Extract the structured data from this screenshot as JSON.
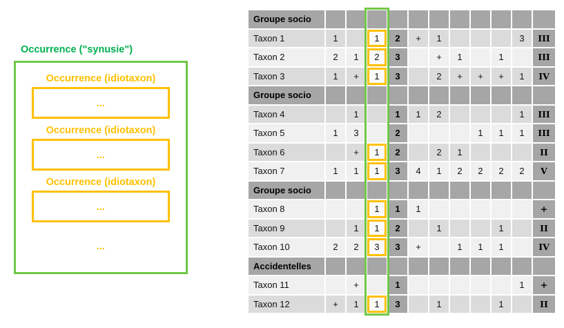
{
  "colors": {
    "green_highlight": "#6FC847",
    "green_title_text": "#00B050",
    "orange": "#FFC000",
    "header_gray": "#A6A6A6",
    "row_dark": "#DBDBDB",
    "row_light": "#F0F0F0"
  },
  "diagram": {
    "title": "Occurrence (\"synusie\")",
    "idiotaxon_boxes": [
      {
        "label": "Occurrence (idiotaxon)",
        "content": "..."
      },
      {
        "label": "Occurrence (idiotaxon)",
        "content": "..."
      },
      {
        "label": "Occurrence (idiotaxon)",
        "content": "..."
      }
    ],
    "more_indicator": "..."
  },
  "table": {
    "column_count": 11,
    "highlighted_column_index": 2,
    "synthesis_column_index": 3,
    "frequency_column_index": 10,
    "rows": [
      {
        "type": "group-header",
        "label": "Groupe socio"
      },
      {
        "type": "taxon",
        "label": "Taxon 1",
        "shade": "dark",
        "boxed": true,
        "cells": [
          "1",
          "",
          "1",
          "2",
          "+",
          "1",
          "",
          "",
          "",
          "3",
          "III"
        ]
      },
      {
        "type": "taxon",
        "label": "Taxon 2",
        "shade": "light",
        "boxed": true,
        "cells": [
          "2",
          "1",
          "2",
          "3",
          "",
          "+",
          "1",
          "",
          "1",
          "",
          "III"
        ]
      },
      {
        "type": "taxon",
        "label": "Taxon 3",
        "shade": "dark",
        "boxed": true,
        "cells": [
          "1",
          "+",
          "1",
          "3",
          "",
          "2",
          "+",
          "+",
          "+",
          "1",
          "IV"
        ]
      },
      {
        "type": "group-header",
        "label": "Groupe socio"
      },
      {
        "type": "taxon",
        "label": "Taxon 4",
        "shade": "dark",
        "boxed": false,
        "cells": [
          "",
          "1",
          "",
          "1",
          "1",
          "2",
          "",
          "",
          "",
          "1",
          "III"
        ]
      },
      {
        "type": "taxon",
        "label": "Taxon 5",
        "shade": "light",
        "boxed": false,
        "cells": [
          "1",
          "3",
          "",
          "2",
          "",
          "",
          "",
          "1",
          "1",
          "1",
          "III"
        ]
      },
      {
        "type": "taxon",
        "label": "Taxon 6",
        "shade": "dark",
        "boxed": true,
        "cells": [
          "",
          "+",
          "1",
          "2",
          "",
          "2",
          "1",
          "",
          "",
          "",
          "II"
        ]
      },
      {
        "type": "taxon",
        "label": "Taxon 7",
        "shade": "light",
        "boxed": true,
        "cells": [
          "1",
          "1",
          "1",
          "3",
          "4",
          "1",
          "2",
          "2",
          "2",
          "2",
          "V"
        ]
      },
      {
        "type": "group-header",
        "label": "Groupe socio"
      },
      {
        "type": "taxon",
        "label": "Taxon 8",
        "shade": "light",
        "boxed": true,
        "cells": [
          "",
          "",
          "1",
          "1",
          "1",
          "",
          "",
          "",
          "",
          "",
          "+"
        ]
      },
      {
        "type": "taxon",
        "label": "Taxon 9",
        "shade": "dark",
        "boxed": true,
        "cells": [
          "",
          "1",
          "1",
          "2",
          "",
          "1",
          "",
          "",
          "1",
          "",
          "II"
        ]
      },
      {
        "type": "taxon",
        "label": "Taxon 10",
        "shade": "light",
        "boxed": true,
        "cells": [
          "2",
          "2",
          "3",
          "3",
          "+",
          "",
          "1",
          "1",
          "1",
          "",
          "IV"
        ]
      },
      {
        "type": "group-header",
        "label": "Accidentelles"
      },
      {
        "type": "taxon",
        "label": "Taxon 11",
        "shade": "light",
        "boxed": false,
        "cells": [
          "",
          "+",
          "",
          "1",
          "",
          "",
          "",
          "",
          "",
          "1",
          "+"
        ]
      },
      {
        "type": "taxon",
        "label": "Taxon 12",
        "shade": "dark",
        "boxed": true,
        "cells": [
          "+",
          "1",
          "1",
          "3",
          "",
          "1",
          "",
          "",
          "1",
          "",
          "II"
        ]
      }
    ]
  }
}
